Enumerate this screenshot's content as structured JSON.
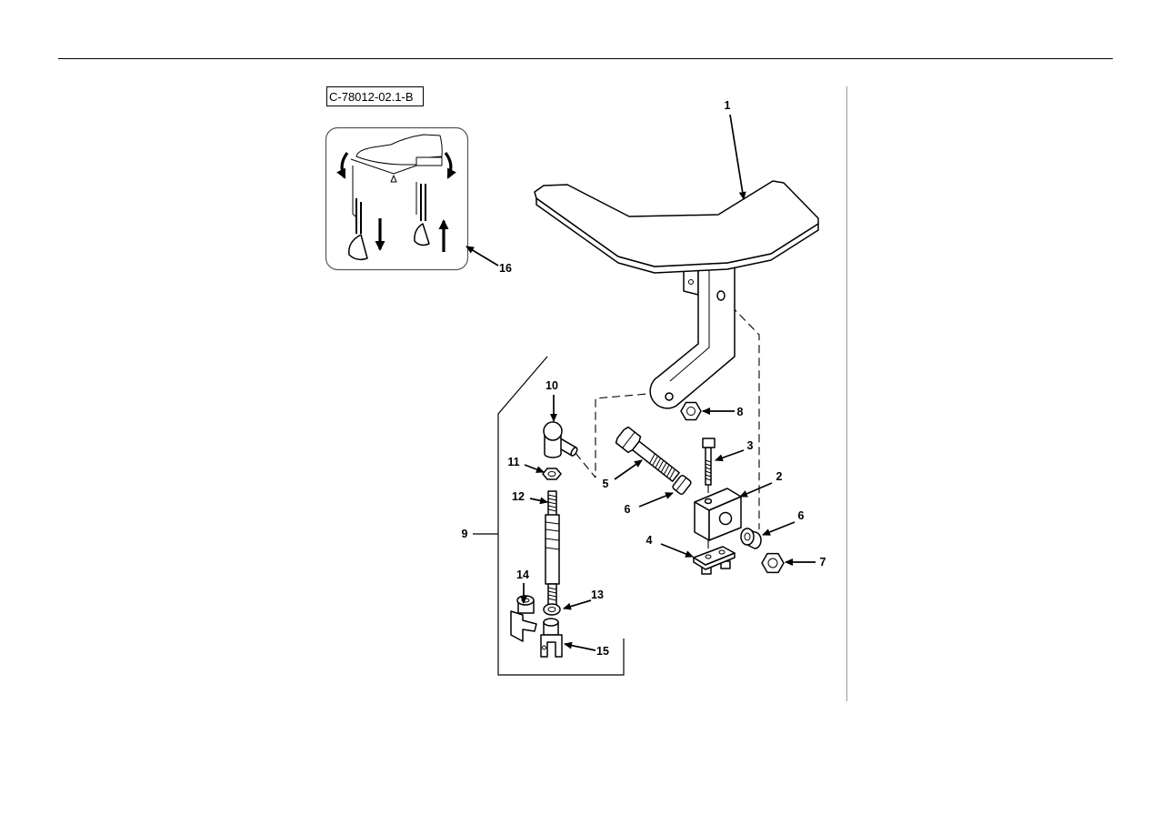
{
  "figure_id": "C-78012-02.1-B",
  "callouts": [
    "1",
    "2",
    "3",
    "4",
    "5",
    "6",
    "6",
    "7",
    "8",
    "9",
    "10",
    "11",
    "12",
    "13",
    "14",
    "15",
    "16"
  ]
}
